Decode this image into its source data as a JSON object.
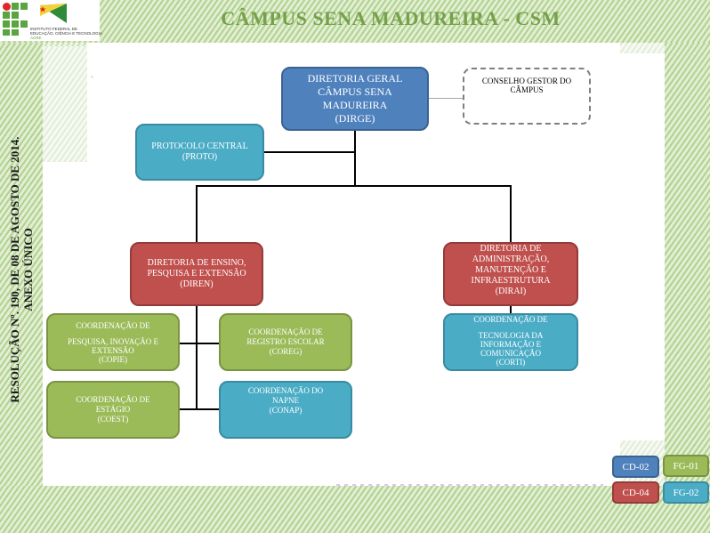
{
  "header": {
    "title": "CÂMPUS SENA MADUREIRA - CSM",
    "institution_lines": [
      "INSTITUTO FEDERAL DE",
      "EDUCAÇÃO, CIÊNCIA E TECNOLOGIA",
      "ACRE"
    ],
    "logo_icon": "if-logo-icon",
    "flag_icon": "acre-flag-icon"
  },
  "side_caption": {
    "line1": "RESOLUÇÃO Nº. 190, DE 08 DE AGOSTO DE 2014.",
    "line2": "ANEXO ÚNICO"
  },
  "org_chart": {
    "nodes": {
      "dirge": {
        "lines": [
          "DIRETORIA GERAL",
          "CÂMPUS SENA",
          "MADUREIRA",
          "(DIRGE)"
        ],
        "level": "CD-02",
        "color": "#4f81bd"
      },
      "conselho": {
        "lines": [
          "CONSELHO GESTOR DO",
          "CÂMPUS"
        ],
        "style": "dashed"
      },
      "proto": {
        "lines": [
          "PROTOCOLO CENTRAL",
          "(PROTO)"
        ],
        "level": "FG-02",
        "color": "#4bacc6"
      },
      "diren": {
        "lines": [
          "DIRETORIA DE ENSINO,",
          "PESQUISA E EXTENSÃO",
          "(DIREN)"
        ],
        "level": "CD-04",
        "color": "#c0504d"
      },
      "dirai": {
        "lines": [
          "DIRETORIA DE",
          "ADMINISTRAÇÃO,",
          "MANUTENÇÃO E",
          "INFRAESTRUTURA",
          "(DIRAI)"
        ],
        "level": "CD-04",
        "color": "#c0504d"
      },
      "copie": {
        "lines": [
          "COORDENAÇÃO DE",
          "",
          "PESQUISA, INOVAÇÃO E",
          "EXTENSÃO",
          "(COPIE)"
        ],
        "level": "FG-01",
        "color": "#9bbb59"
      },
      "coreg": {
        "lines": [
          "COORDENAÇÃO DE",
          "REGISTRO ESCOLAR",
          "(COREG)"
        ],
        "level": "FG-01",
        "color": "#9bbb59"
      },
      "coest": {
        "lines": [
          "COORDENAÇÃO DE",
          "ESTÁGIO",
          "(COEST)"
        ],
        "level": "FG-01",
        "color": "#9bbb59"
      },
      "conap": {
        "lines": [
          "COORDENAÇÃO DO",
          "NAPNE",
          "(CONAP)"
        ],
        "level": "FG-02",
        "color": "#4bacc6"
      },
      "corti": {
        "lines": [
          "COORDENAÇÃO DE",
          "",
          "TECNOLOGIA DA",
          "INFORMAÇÃO E",
          "COMUNICAÇÃO",
          "(CORTI)"
        ],
        "level": "FG-02",
        "color": "#4bacc6"
      }
    },
    "edges": [
      [
        "dirge",
        "conselho"
      ],
      [
        "dirge",
        "proto"
      ],
      [
        "dirge",
        "diren"
      ],
      [
        "dirge",
        "dirai"
      ],
      [
        "diren",
        "copie"
      ],
      [
        "diren",
        "coreg"
      ],
      [
        "diren",
        "coest"
      ],
      [
        "diren",
        "conap"
      ],
      [
        "dirai",
        "corti"
      ]
    ]
  },
  "legend": {
    "items": [
      {
        "label": "CD-02",
        "color": "#4f81bd"
      },
      {
        "label": "FG-01",
        "color": "#9bbb59"
      },
      {
        "label": "CD-04",
        "color": "#c0504d"
      },
      {
        "label": "FG-02",
        "color": "#4bacc6"
      }
    ]
  }
}
